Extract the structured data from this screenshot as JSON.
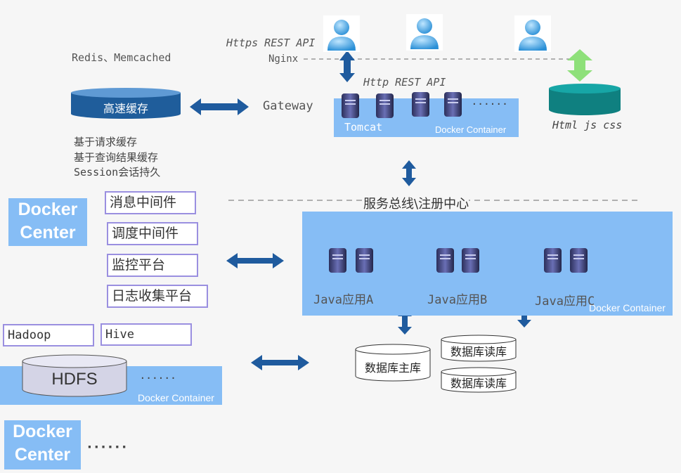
{
  "top": {
    "redis_label": "Redis、Memcached",
    "cache_label": "高速缓存",
    "gateway_label": "Gateway",
    "https_label": "Https REST API",
    "nginx_label": "Nginx",
    "http_label": "Http REST API",
    "tomcat_label": "Tomcat",
    "docker_container_label": "Docker Container",
    "static_label": "Html js css",
    "dots": "······",
    "cache_notes": [
      "基于请求缓存",
      "基于查询结果缓存",
      "Session会话持久"
    ]
  },
  "middle": {
    "bus_label": "服务总线\\注册中心",
    "docker_center_line1": "Docker",
    "docker_center_line2": "Center",
    "middleware": [
      "消息中间件",
      "调度中间件",
      "监控平台",
      "日志收集平台"
    ],
    "apps": [
      "Java应用A",
      "Java应用B",
      "Java应用C"
    ],
    "docker_container_label": "Docker Container"
  },
  "bottom": {
    "hadoop_label": "Hadoop",
    "hive_label": "Hive",
    "hdfs_label": "HDFS",
    "hdfs_dots": "······",
    "docker_container_label": "Docker Container",
    "db_master": "数据库主库",
    "db_read_1": "数据库读库",
    "db_read_2": "数据库读库",
    "docker_center_line1": "Docker",
    "docker_center_line2": "Center",
    "dots": "······"
  },
  "colors": {
    "container_blue": "#86bdf5",
    "arrow_blue": "#1f5b9e",
    "arrow_green": "#8ee07a",
    "cache_blue": "#1f5d9b",
    "static_teal": "#0f8080",
    "box_border": "#9a8fe0"
  }
}
